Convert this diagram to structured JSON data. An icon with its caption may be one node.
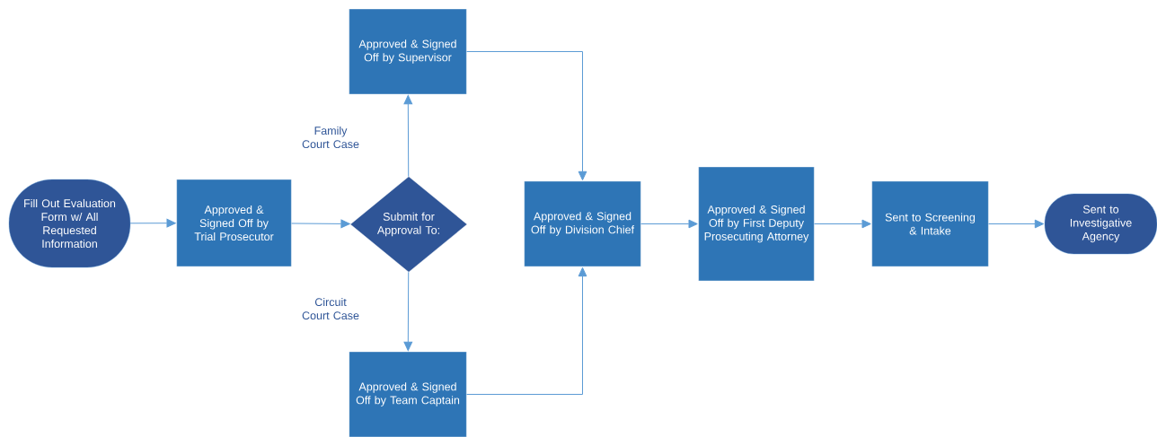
{
  "diagram": {
    "nodes": [
      {
        "text": [
          "Fill Out Evaluation Form w/ All Requested Information"
        ]
      },
      {
        "text": [
          "Approved & Signed Off by Trial Prosecutor"
        ]
      },
      {
        "text": [
          "Submit for Approval To:"
        ]
      },
      {
        "text": [
          "Approved & Signed Off by Supervisor"
        ]
      },
      {
        "text": [
          "Approved & Signed Off by Team Captain"
        ]
      },
      {
        "text": [
          "Approved & Signed Off by Division Chief"
        ]
      },
      {
        "text": [
          "Approved & Signed Off by First Deputy Prosecuting Attorney"
        ]
      },
      {
        "text": [
          "Sent to Screening & Intake"
        ]
      },
      {
        "text": [
          "Sent to Investigative Agency"
        ]
      }
    ],
    "edges": [
      {
        "from": 0,
        "to": 1,
        "arrow": "to"
      },
      {
        "from": 1,
        "to": 2,
        "arrow": "to"
      },
      {
        "from": 2,
        "to": 3,
        "arrow": "to",
        "label": "Family Court Case"
      },
      {
        "from": 2,
        "to": 4,
        "arrow": "to",
        "label": "Circuit Court Case"
      },
      {
        "from": 3,
        "to": 5,
        "arrow": "to"
      },
      {
        "from": 4,
        "to": 5,
        "arrow": "to"
      },
      {
        "from": 5,
        "to": 6,
        "arrow": "to"
      },
      {
        "from": 6,
        "to": 7,
        "arrow": "to"
      },
      {
        "from": 7,
        "to": 8,
        "arrow": "to"
      }
    ]
  }
}
